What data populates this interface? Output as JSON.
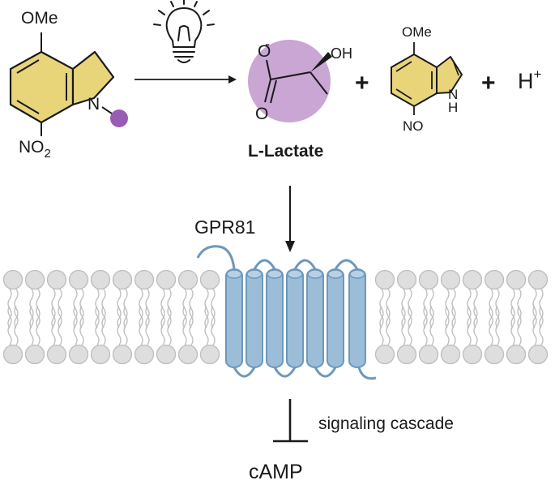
{
  "caged": {
    "methoxy": "OMe",
    "nitro_main": "NO",
    "nitro_sub": "2",
    "ring_n": "N"
  },
  "lactate": {
    "carboxylate_minus": "-",
    "hydroxyl": "OH",
    "name": "L-Lactate"
  },
  "byproduct": {
    "methoxy": "OMe",
    "nh_n": "N",
    "nh_h": "H",
    "nitroso": "NO"
  },
  "plus_sign": "+",
  "proton": {
    "symbol": "H",
    "charge": "+"
  },
  "receptor": {
    "name": "GPR81"
  },
  "downstream": {
    "cascade": "signaling cascade",
    "product": "cAMP"
  },
  "colors": {
    "ring_fill": "#e8d57a",
    "cage_dot": "#9a5bb5",
    "lactate_halo": "#c9a6d4",
    "receptor_fill": "#9bbdd8",
    "receptor_stroke": "#6d98bc",
    "lipid_head": "#dedede",
    "lipid_stroke": "#bdbdbd"
  }
}
